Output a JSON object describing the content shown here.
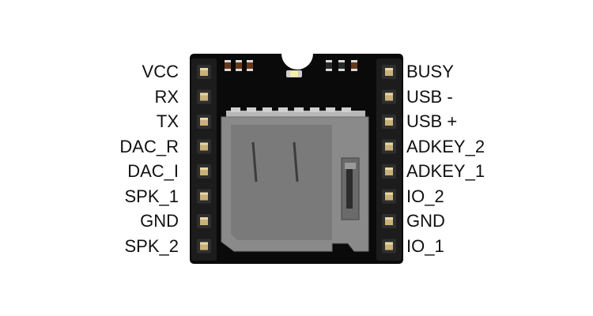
{
  "module": {
    "left_pins": [
      {
        "label": "VCC"
      },
      {
        "label": "RX"
      },
      {
        "label": "TX"
      },
      {
        "label": "DAC_R"
      },
      {
        "label": "DAC_I"
      },
      {
        "label": "SPK_1"
      },
      {
        "label": "GND"
      },
      {
        "label": "SPK_2"
      }
    ],
    "right_pins": [
      {
        "label": "BUSY"
      },
      {
        "label": "USB -"
      },
      {
        "label": "USB +"
      },
      {
        "label": "ADKEY_2"
      },
      {
        "label": "ADKEY_1"
      },
      {
        "label": "IO_2"
      },
      {
        "label": "GND"
      },
      {
        "label": "IO_1"
      }
    ]
  },
  "colors": {
    "board": "#0a0a0a",
    "header": "#1c1c1c",
    "pin_pad": "#c9b27a",
    "sd_slot": "#8a8a8a",
    "led": "#f4f0a0"
  }
}
